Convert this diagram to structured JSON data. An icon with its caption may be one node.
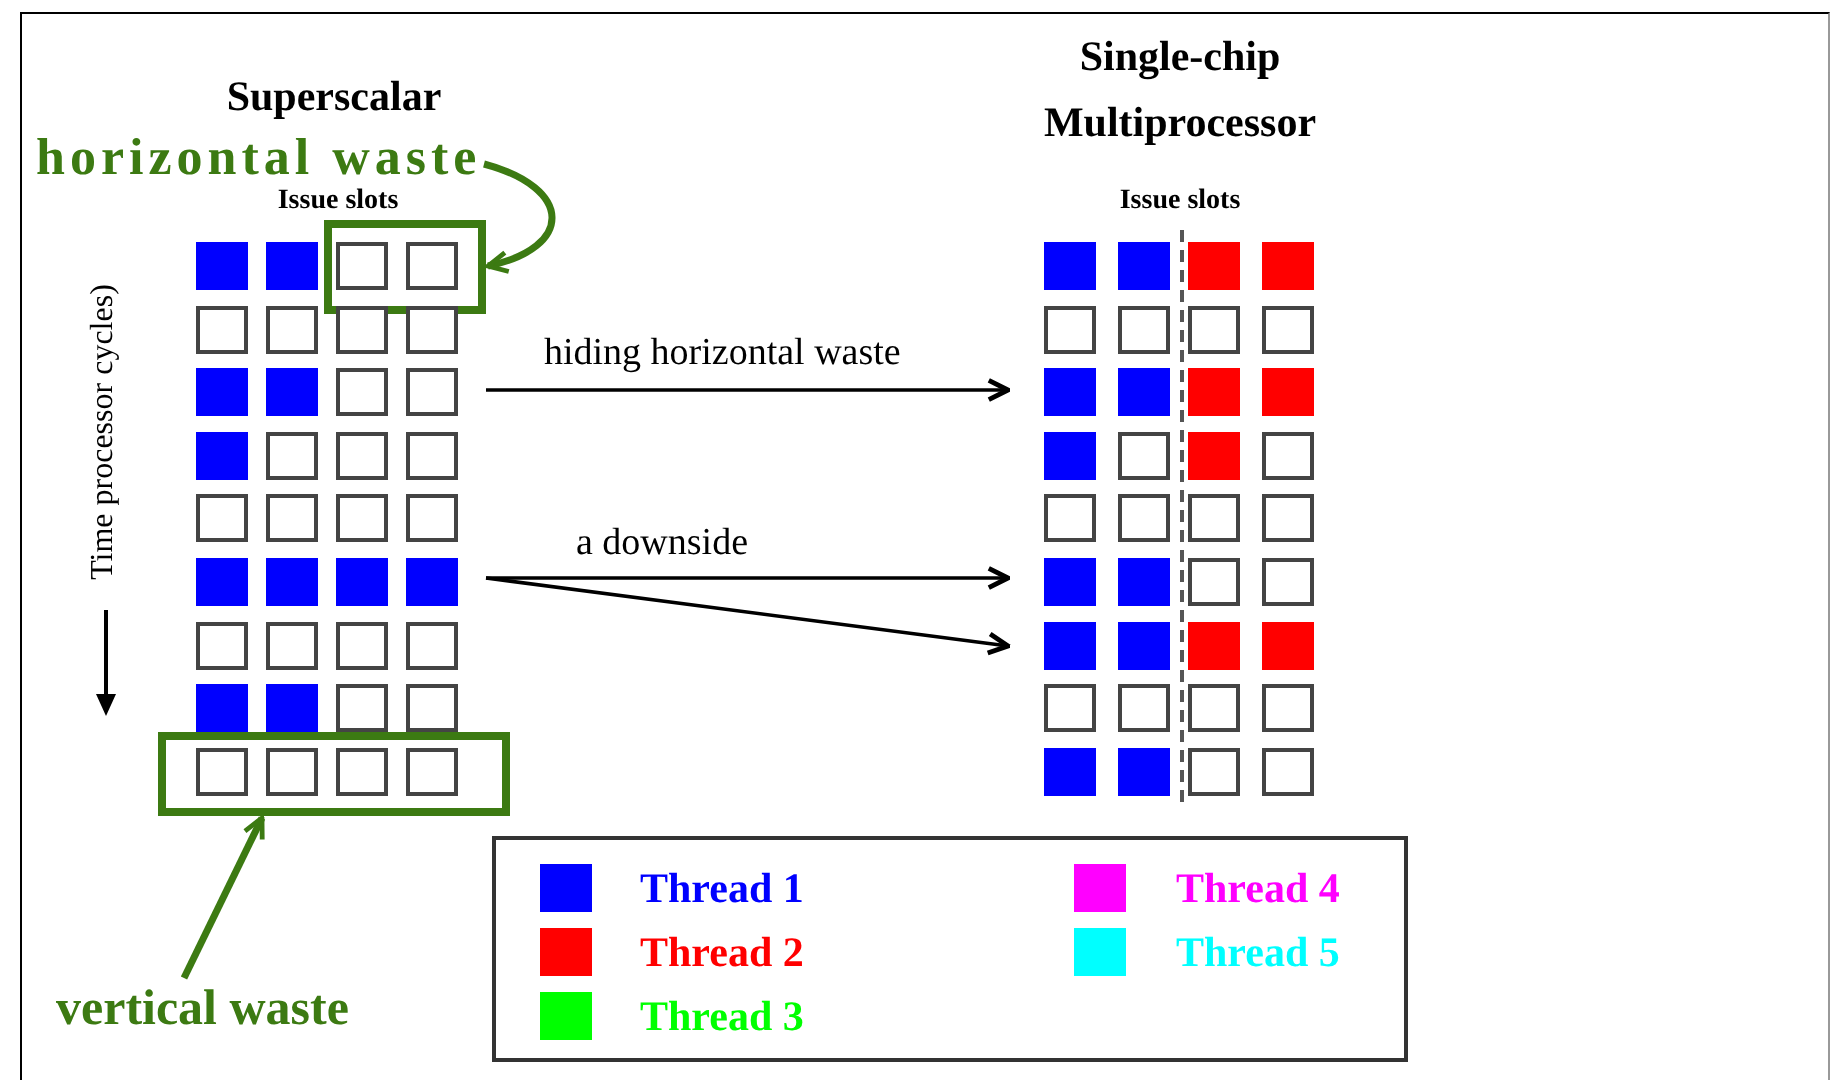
{
  "diagram": {
    "nodes": [
      {
        "text": [
          "Superscalar"
        ]
      },
      {
        "text": [
          "Single-chip Multiprocessor"
        ]
      },
      {
        "text": [
          "horizontal waste"
        ]
      },
      {
        "text": [],
        "shape": "box"
      },
      {
        "text": [
          "vertical waste"
        ]
      },
      {
        "text": [],
        "shape": "box"
      }
    ],
    "edges": [
      {
        "from": 0,
        "to": 1,
        "arrow": "to",
        "label": "hiding horizontal waste"
      },
      {
        "from": 0,
        "to": 1,
        "arrow": "to",
        "label": "a downside"
      },
      {
        "from": 0,
        "to": 1,
        "arrow": "to"
      },
      {
        "from": 2,
        "to": 3,
        "arrow": "to",
        "style": "thick",
        "color": "#3c7a12"
      },
      {
        "from": 4,
        "to": 5,
        "arrow": "to",
        "style": "thick",
        "color": "#3c7a12"
      }
    ],
    "labels": [
      "Issue slots",
      "Time processor cycles)",
      "Issue slots"
    ],
    "legend": [
      {
        "text": "Thread 1",
        "color": "#0000ff"
      },
      {
        "text": "Thread 2",
        "color": "#ff0000"
      },
      {
        "text": "Thread 3",
        "color": "#00ff00"
      },
      {
        "text": "Thread 4",
        "color": "#ff00ff"
      },
      {
        "text": "Thread 5",
        "color": "#00ffff"
      }
    ]
  }
}
